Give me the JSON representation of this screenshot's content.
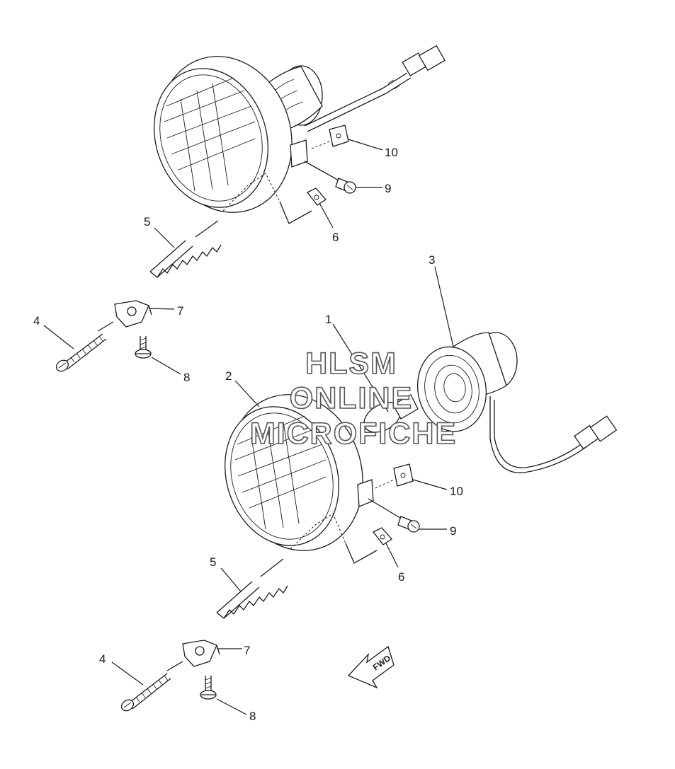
{
  "watermark": {
    "line1": "HLSM",
    "line2": "ONLINE",
    "line3": "MICROFICHE"
  },
  "direction_label": "FWD",
  "callouts": {
    "upper": [
      "10",
      "9",
      "6",
      "5",
      "7",
      "4",
      "8"
    ],
    "lower": [
      "1",
      "3",
      "2",
      "10",
      "9",
      "6",
      "5",
      "7",
      "4",
      "8"
    ]
  }
}
